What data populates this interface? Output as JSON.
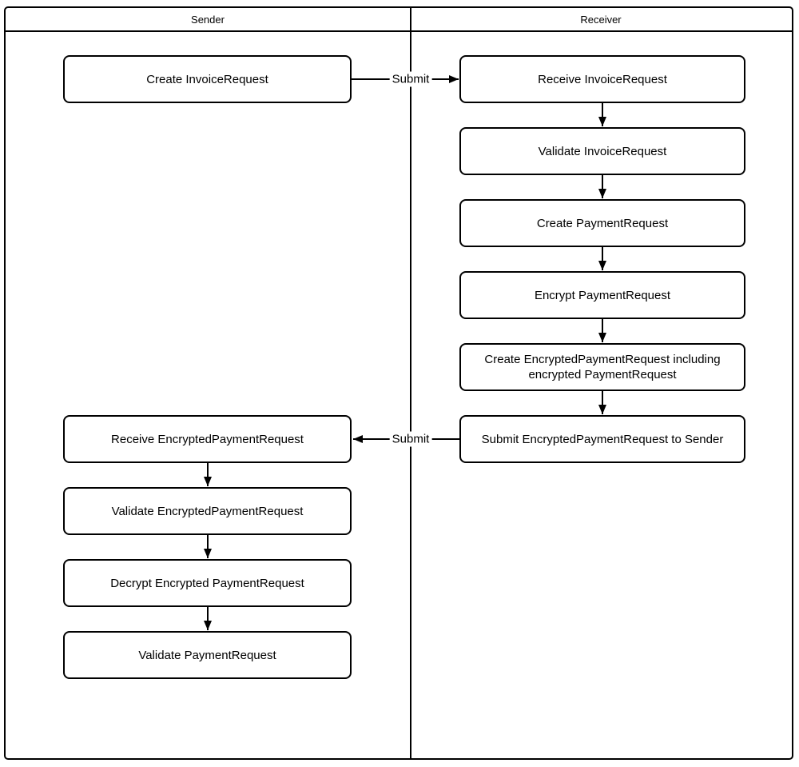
{
  "diagram": {
    "lanes": {
      "sender": {
        "label": "Sender",
        "steps": [
          "Create InvoiceRequest",
          "Receive EncryptedPaymentRequest",
          "Validate EncryptedPaymentRequest",
          "Decrypt Encrypted PaymentRequest",
          "Validate PaymentRequest"
        ]
      },
      "receiver": {
        "label": "Receiver",
        "steps": [
          "Receive InvoiceRequest",
          "Validate InvoiceRequest",
          "Create PaymentRequest",
          "Encrypt PaymentRequest",
          "Create EncryptedPaymentRequest including encrypted PaymentRequest",
          "Submit EncryptedPaymentRequest to Sender"
        ]
      }
    },
    "edge_labels": {
      "invoice_submit": "Submit",
      "payment_submit": "Submit"
    },
    "colors": {
      "line": "#000000",
      "background": "#ffffff"
    }
  }
}
